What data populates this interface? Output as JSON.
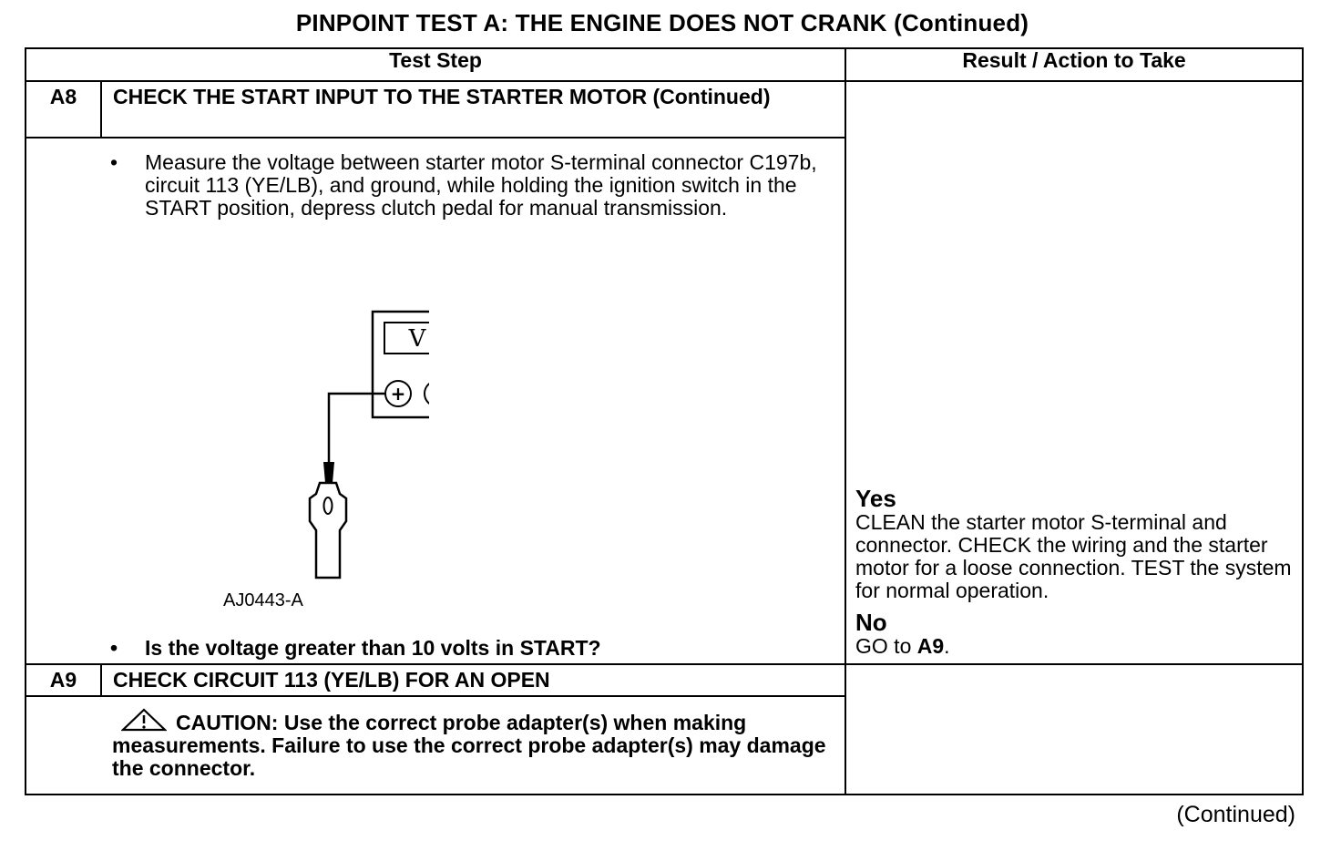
{
  "document": {
    "title": "PINPOINT TEST  A: THE ENGINE DOES NOT CRANK (Continued)",
    "footer": "(Continued)"
  },
  "table": {
    "header_test_step": "Test Step",
    "header_result": "Result / Action to Take",
    "steps": [
      {
        "id": "A8",
        "title": "CHECK THE START INPUT TO THE STARTER MOTOR (Continued)",
        "bullet_1": "Measure the voltage between starter motor S-terminal connector C197b, circuit 113 (YE/LB), and ground, while holding the ignition switch in the START position, depress clutch pedal for manual transmission.",
        "figure": {
          "meter_symbol": "V",
          "plus": "+",
          "minus": "−",
          "label": "AJ0443-A"
        },
        "bullet_2": "Is the voltage greater than 10 volts in START?",
        "result_yes_label": "Yes",
        "result_yes_text": "CLEAN the starter motor S-terminal and connector. CHECK the wiring and the starter motor for a loose connection. TEST the system for normal operation.",
        "result_no_label": "No",
        "result_no_prefix": "GO to ",
        "result_no_target": "A9",
        "result_no_suffix": "."
      },
      {
        "id": "A9",
        "title": "CHECK CIRCUIT 113 (YE/LB) FOR AN OPEN",
        "caution": "CAUTION: Use the correct probe adapter(s) when making measurements. Failure to use the correct probe adapter(s) may damage the connector."
      }
    ],
    "bullet_char": "•"
  }
}
